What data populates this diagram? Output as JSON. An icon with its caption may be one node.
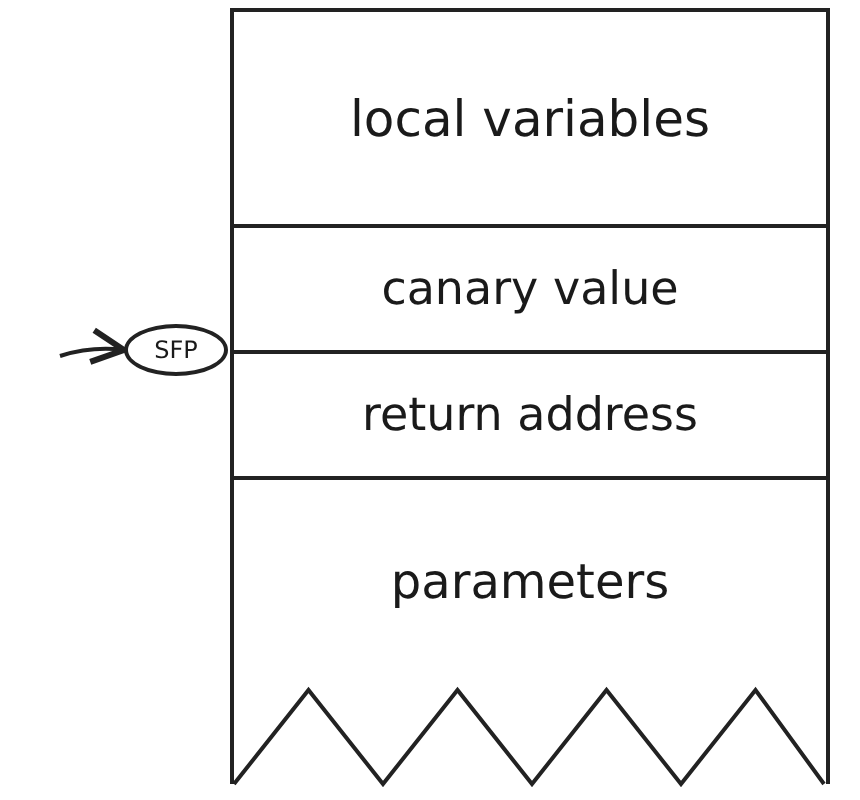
{
  "diagram": {
    "nodes": [
      {
        "text": [
          "local variables"
        ]
      },
      {
        "text": [
          "canary value"
        ]
      },
      {
        "text": [
          "return address"
        ]
      },
      {
        "text": [
          "parameters"
        ]
      },
      {
        "text": [
          "SFP"
        ]
      }
    ],
    "edges": [
      {
        "from": null,
        "to": 4,
        "arrow": "to"
      }
    ]
  }
}
